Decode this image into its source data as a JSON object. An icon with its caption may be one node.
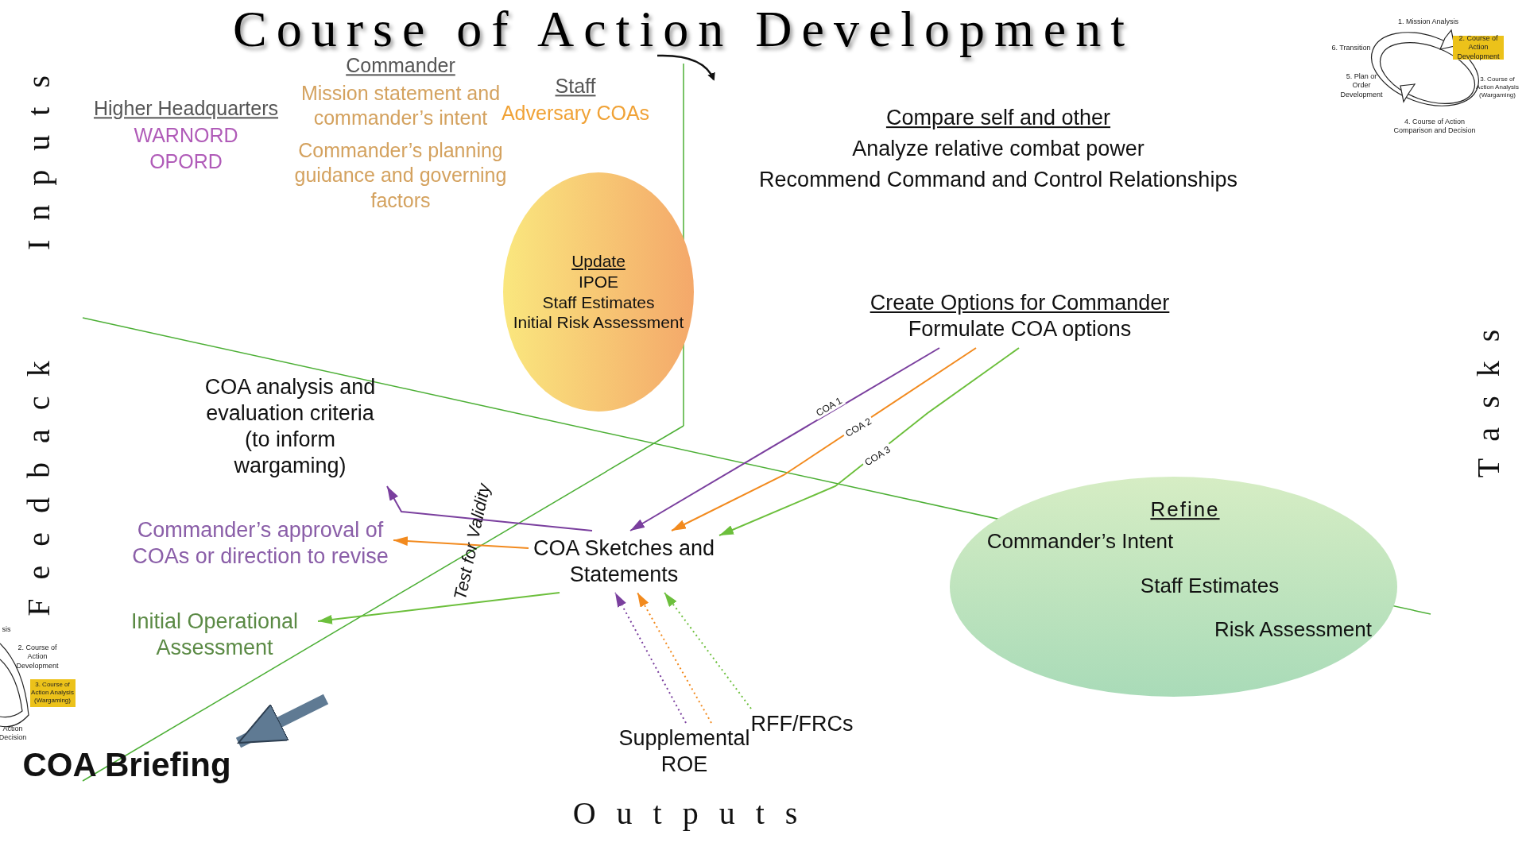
{
  "diagram": {
    "title": "Course of Action Development",
    "nodes": [
      {
        "text": [
          "Update",
          "IPOE",
          "Staff Estimates",
          "Initial Risk Assessment"
        ]
      },
      {
        "text": [
          "Create Options for Commander",
          "Formulate COA options"
        ]
      },
      {
        "text": [
          "COA Sketches and Statements"
        ]
      },
      {
        "text": [
          "COA analysis and evaluation criteria (to inform wargaming)"
        ]
      },
      {
        "text": [
          "Commander’s approval of COAs or direction to revise"
        ]
      },
      {
        "text": [
          "Initial Operational Assessment"
        ]
      },
      {
        "text": [
          "Refine",
          "Commander’s Intent",
          "Staff Estimates",
          "Risk Assessment"
        ]
      },
      {
        "text": [
          "Supplemental ROE"
        ]
      },
      {
        "text": [
          "RFF/FRCs"
        ]
      },
      {
        "text": [
          "COA Briefing"
        ]
      }
    ],
    "edges": [
      {
        "from": 1,
        "to": 2,
        "arrow": "to",
        "label": "COA 1",
        "color": "#7a3f9e"
      },
      {
        "from": 1,
        "to": 2,
        "arrow": "to",
        "label": "COA 2",
        "color": "#f28a1e"
      },
      {
        "from": 1,
        "to": 2,
        "arrow": "to",
        "label": "COA 3",
        "color": "#6cbf3c"
      },
      {
        "from": 2,
        "to": 3,
        "arrow": "to",
        "color": "#7a3f9e"
      },
      {
        "from": 2,
        "to": 4,
        "arrow": "to",
        "color": "#f28a1e"
      },
      {
        "from": 2,
        "to": 5,
        "arrow": "to",
        "color": "#6cbf3c"
      },
      {
        "from": 7,
        "to": 2,
        "arrow": "to",
        "style": "dashed",
        "color": "#7a3f9e"
      },
      {
        "from": 7,
        "to": 2,
        "arrow": "to",
        "style": "dashed",
        "color": "#f28a1e"
      },
      {
        "from": 8,
        "to": 2,
        "arrow": "to",
        "style": "dashed",
        "color": "#6cbf3c"
      },
      {
        "from": null,
        "to": 9,
        "arrow": "to",
        "style": "thick",
        "color": "#5f7a93"
      }
    ],
    "labels": [
      "Inputs",
      "Feedback",
      "Tasks",
      "Outputs",
      "Higher Headquarters",
      "WARNORD",
      "OPORD",
      "Commander",
      "Mission statement and commander’s intent",
      "Commander’s planning guidance and governing factors",
      "Staff",
      "Adversary COAs",
      "Compare self and other",
      "Analyze relative combat power",
      "Recommend Command and Control Relationships",
      "Test for Validity",
      "1. Mission Analysis",
      "2. Course of Action Development",
      "3. Course of Action Analysis (Wargaming)",
      "4. Course of Action Comparison and Decision",
      "5. Plan or Order Development",
      "6. Transition",
      "sis",
      "2. Course of Action Development",
      "3. Course of Action Analysis (Wargaming)",
      "Action Decision"
    ]
  }
}
